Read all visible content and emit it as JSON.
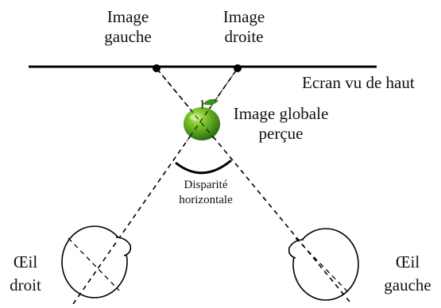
{
  "labels": {
    "image_left": [
      "Image",
      "gauche"
    ],
    "image_right": [
      "Image",
      "droite"
    ],
    "screen": "Ecran vu de haut",
    "global_image": [
      "Image globale",
      "perçue"
    ],
    "disparity": [
      "Disparité",
      "horizontale"
    ],
    "eye_right": [
      "Œil",
      "droit"
    ],
    "eye_left": [
      "Œil",
      "gauche"
    ]
  },
  "colors": {
    "line": "#000000",
    "apple_dark": "#2f7a0e",
    "apple_light": "#8fd23a",
    "leaf": "#3c8f1a"
  }
}
